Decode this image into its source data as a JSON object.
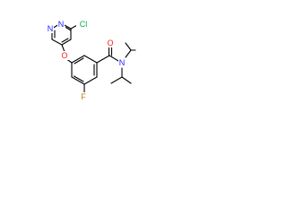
{
  "molecule": {
    "atoms": {
      "cl": {
        "label": "Cl",
        "color": "#00b050"
      },
      "n_pyr_1": {
        "label": "N",
        "color": "#1f1fff"
      },
      "n_pyr_2": {
        "label": "N",
        "color": "#1f1fff"
      },
      "o_ether": {
        "label": "O",
        "color": "#ff1f1f"
      },
      "o_carbonyl": {
        "label": "O",
        "color": "#ff1f1f"
      },
      "n_amide": {
        "label": "N",
        "color": "#1f1fff"
      },
      "f": {
        "label": "F",
        "color": "#b8860b"
      }
    },
    "bond_color": "#000000"
  }
}
